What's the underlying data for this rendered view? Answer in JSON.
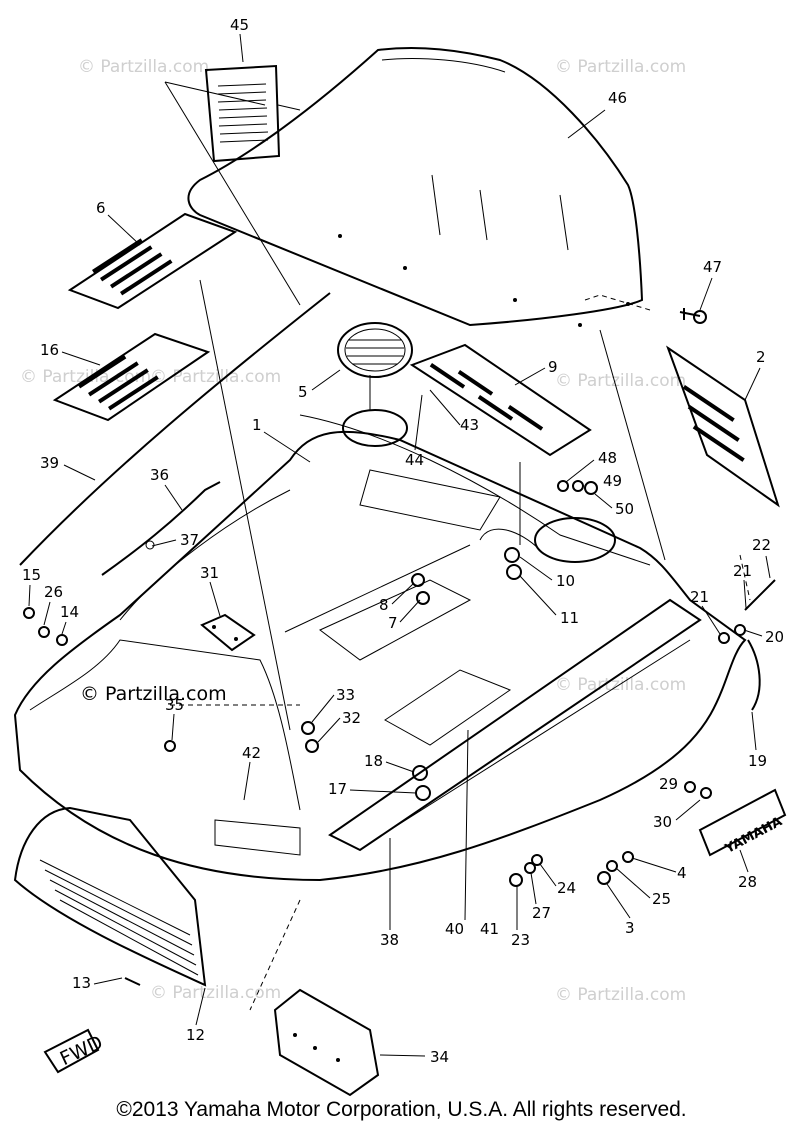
{
  "watermarks": [
    "© Partzilla.com",
    "© Partzilla.com",
    "© Partzilla.com",
    "© Partzilla.com",
    "© Partzilla.com",
    "© Partzilla.com",
    "© Partzilla.com",
    "© Partzilla.com"
  ],
  "watermark_bold": "© Partzilla.com",
  "decal_text": "YAMAHA",
  "arrow_text": "FWD",
  "callouts": [
    "45",
    "46",
    "47",
    "6",
    "16",
    "5",
    "9",
    "43",
    "44",
    "2",
    "48",
    "49",
    "50",
    "1",
    "39",
    "36",
    "37",
    "31",
    "8",
    "7",
    "10",
    "11",
    "22",
    "21",
    "21",
    "20",
    "15",
    "26",
    "14",
    "33",
    "32",
    "35",
    "42",
    "18",
    "17",
    "19",
    "29",
    "30",
    "28",
    "4",
    "25",
    "3",
    "24",
    "27",
    "23",
    "38",
    "40",
    "41",
    "13",
    "12",
    "34"
  ],
  "copyright": "©2013  Yamaha Motor Corporation, U.S.A. All rights reserved."
}
